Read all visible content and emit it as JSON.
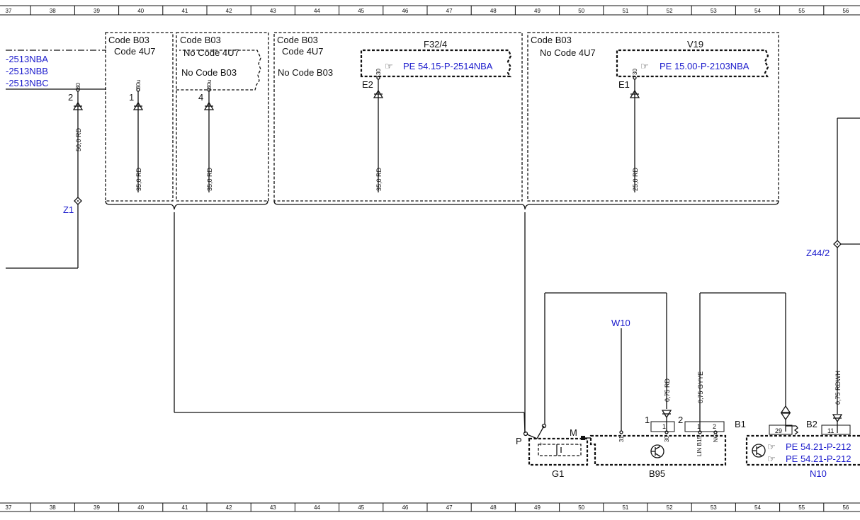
{
  "ruler": {
    "columns": [
      "37",
      "38",
      "39",
      "40",
      "41",
      "42",
      "43",
      "44",
      "45",
      "46",
      "47",
      "48",
      "49",
      "50",
      "51",
      "52",
      "53",
      "54",
      "55",
      "56"
    ]
  },
  "refs": {
    "left_lines": [
      "-2513NBA",
      "-2513NBB",
      "-2513NBC"
    ],
    "f32": "PE 54.15-P-2514NBA",
    "v19": "PE 15.00-P-2103NBA",
    "n10_1": "PE 54.21-P-212",
    "n10_2": "PE 54.21-P-212"
  },
  "codes": {
    "b03": "Code B03",
    "u4": "Code 4U7",
    "no_u4": "No  Code 4U7",
    "no_b03": "No  Code B03"
  },
  "components": {
    "z1": "Z1",
    "z44": "Z44/2",
    "w10": "W10",
    "f32": "F32/4",
    "v19": "V19",
    "g1": "G1",
    "b95": "B95",
    "n10": "N10"
  },
  "pins": {
    "p2": "2",
    "p1": "1",
    "p4": "4",
    "e2": "E2",
    "e1": "E1",
    "p30": "30",
    "p30u": "30u",
    "P": "P",
    "M": "M",
    "plus": "+",
    "minus": "-",
    "b95_31": "31",
    "b95_30": "30",
    "b95_lin": "LIN B15",
    "b95_nc": "NC",
    "b95_c1": "1",
    "b95_c2": "2",
    "b95_k1": "1",
    "b95_k2": "2",
    "b1": "B1",
    "b2": "B2",
    "n29": "29",
    "n11": "11"
  },
  "wires": {
    "w50rd": "50,0 RD",
    "w35rd": "35,0 RD",
    "w25rd": "25,0 RD",
    "w075rd": "0,75 RD",
    "w075gyye": "0,75 GYYE",
    "w075rdwh": "0,75 RDWH"
  }
}
